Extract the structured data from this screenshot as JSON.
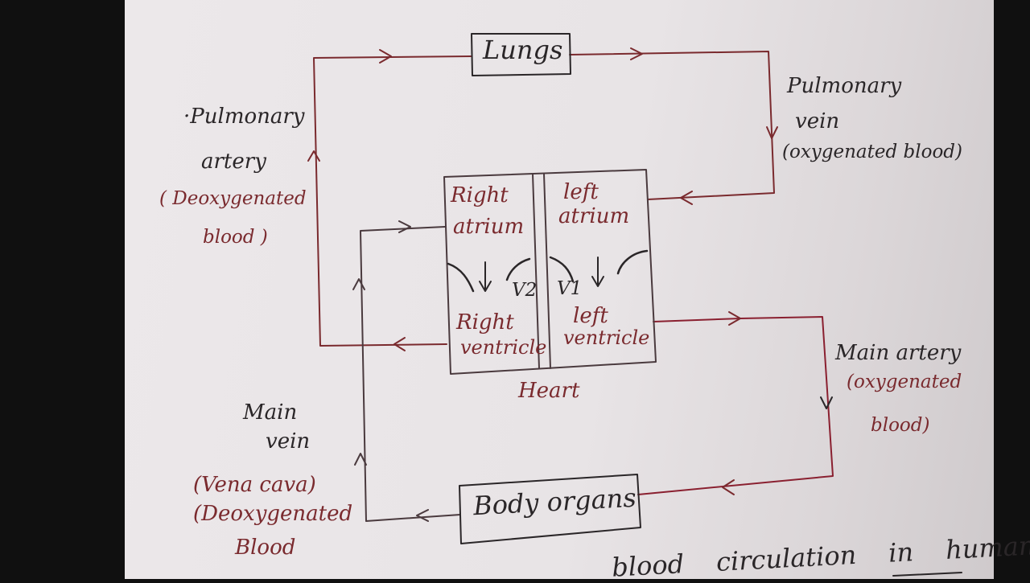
{
  "nodes": {
    "lungs": "Lungs",
    "body_organs": "Body organs",
    "right_atrium": [
      "Right",
      "atrium"
    ],
    "left_atrium": [
      "left",
      "atrium"
    ],
    "right_ventricle": [
      "Right",
      "ventricle"
    ],
    "left_ventricle": [
      "left",
      "ventricle"
    ],
    "heart": "Heart",
    "valve_right": "V2",
    "valve_left": "V1"
  },
  "vessels": {
    "pulmonary_artery": [
      "·Pulmonary",
      "artery",
      "( Deoxygenated",
      "blood )"
    ],
    "pulmonary_vein": [
      "Pulmonary",
      "vein",
      "(oxygenated blood)"
    ],
    "main_artery": [
      "Main artery",
      "(oxygenated",
      "blood)"
    ],
    "main_vein": [
      "Main",
      "vein",
      "(Vena cava)",
      "(Deoxygenated",
      "Blood"
    ]
  },
  "caption": "blood circulation in human",
  "colors": {
    "paper": "#e9e5e7",
    "ink_black": "#2a2628",
    "ink_maroon": "#7a2a2e",
    "ink_red_line": "#8a2030",
    "background": "#101010"
  }
}
